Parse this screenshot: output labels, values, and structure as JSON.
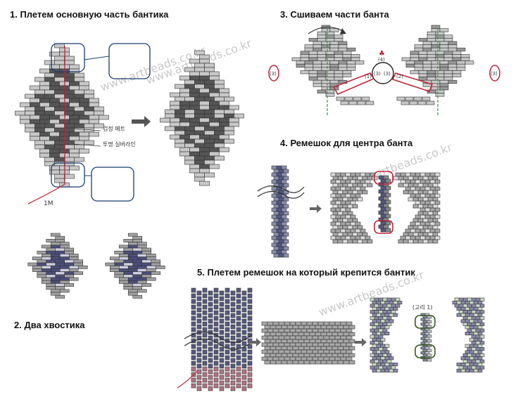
{
  "steps": [
    {
      "label": "1. Плетем основную часть бантика"
    },
    {
      "label": "2. Два хвостика"
    },
    {
      "label": "3. Сшиваем части банта"
    },
    {
      "label": "4. Ремешок для центра банта"
    },
    {
      "label": "5. Плетем ремешок на который крепится бантик"
    }
  ],
  "watermark": "www.artbeads.co.kr",
  "annotations": {
    "black_bead": "검정 메트",
    "silver_line": "투명 실버라인",
    "one_m": "1M",
    "marks": [
      "(3)",
      "(4)",
      "(1)",
      "(2)"
    ],
    "ring": "(고리 1)"
  },
  "colors": {
    "dark_bead": "#555555",
    "light_bead": "#c8c8c8",
    "navy_bead": "#4c4e7a",
    "mid_gray": "#a8a8a8",
    "red_line": "#c0263a",
    "green_line": "#2e9a3a",
    "navy_band": "#545a80"
  }
}
